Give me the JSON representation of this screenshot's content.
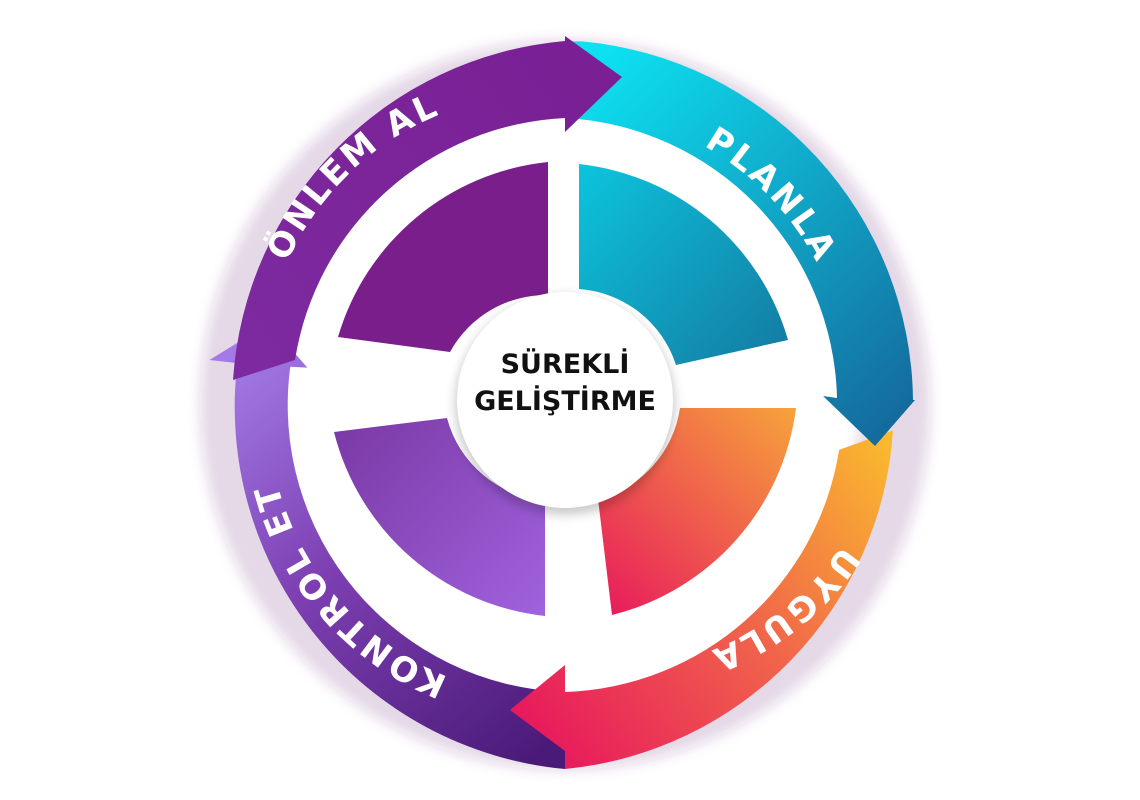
{
  "center": {
    "line1": "SÜREKLİ",
    "line2": "GELİŞTİRME"
  },
  "steps": [
    {
      "id": "planla",
      "label": "PLANLA",
      "color_start": "#0de0f0",
      "color_end": "#14679a"
    },
    {
      "id": "uygula",
      "label": "UYGULA",
      "color_start": "#fbc22b",
      "color_end": "#e8195d"
    },
    {
      "id": "kontrol-et",
      "label": "KONTROL ET",
      "color_start": "#4a1a78",
      "color_end": "#9d6ee3"
    },
    {
      "id": "onlem-al",
      "label": "ÖNLEM AL",
      "color_start": "#7e27a6",
      "color_end": "#7c2097"
    }
  ],
  "quadrant_colors": {
    "top_right": [
      "#0cc4dc",
      "#147aa2"
    ],
    "bottom_right": [
      "#f6a23b",
      "#e8195d"
    ],
    "bottom_left": [
      "#7b3aa6",
      "#a062dd"
    ],
    "top_left": [
      "#7a1e8c",
      "#7a1e8c"
    ]
  }
}
